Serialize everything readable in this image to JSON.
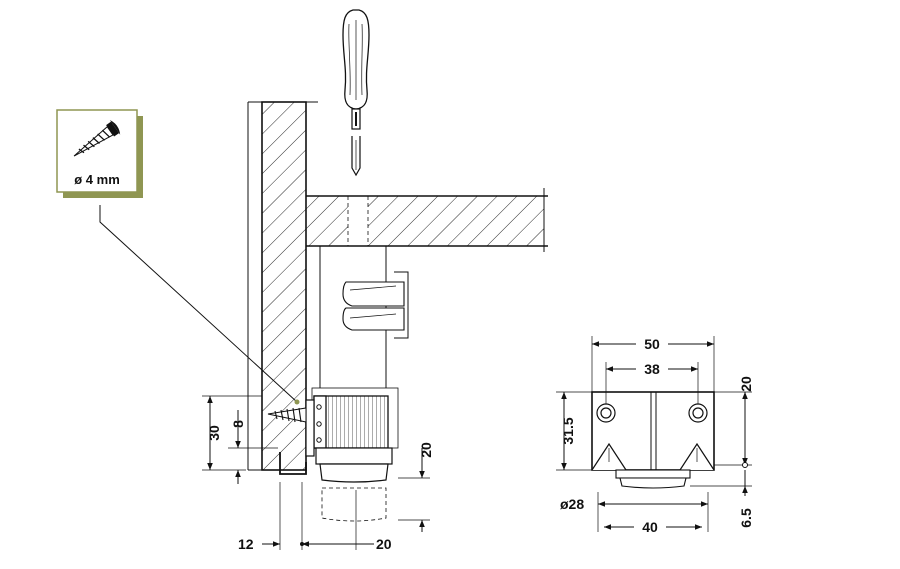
{
  "callout": {
    "icon": "screw-icon",
    "label": "ø 4 mm",
    "accent": "#8f9652"
  },
  "side_view": {
    "dim_height_total": "30",
    "dim_height_screw": "8",
    "dim_height_foot": "20",
    "dim_offset_left": "12",
    "dim_offset_right": "20"
  },
  "front_view": {
    "dim_width_total": "50",
    "dim_width_inner": "38",
    "dim_height_body": "31.5",
    "dim_height_top": "20",
    "dim_diameter": "ø28",
    "dim_width_base": "40",
    "dim_height_base": "6.5"
  },
  "colors": {
    "line": "#111111",
    "hatch": "#111111",
    "accent": "#8f9652"
  }
}
